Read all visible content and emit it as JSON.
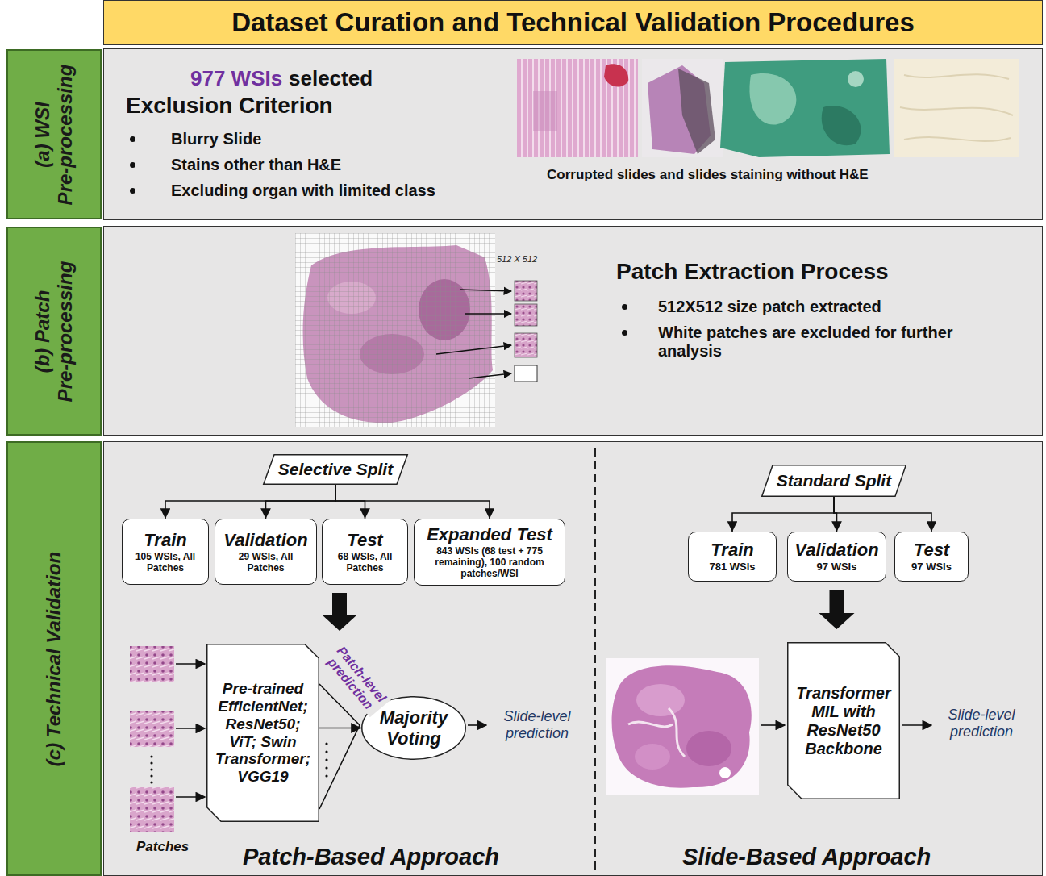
{
  "diagram": {
    "title": "Dataset Curation and Technical Validation Procedures",
    "nodes": [
      {
        "text": [
          "(a) WSI",
          "Pre-processing"
        ]
      },
      {
        "text": [
          "977 WSIs",
          "selected",
          "Exclusion Criterion",
          "Blurry Slide",
          "Stains other than H&E",
          "Excluding organ with limited class",
          "Corrupted slides and slides staining without H&E"
        ]
      },
      {
        "text": [
          "(b) Patch",
          "Pre-processing"
        ]
      },
      {
        "text": [
          "Patch Extraction Process",
          "512X512 size patch extracted",
          "White patches are excluded for further analysis"
        ]
      },
      {
        "text": [
          "(c) Technical Validation"
        ]
      },
      {
        "text": [
          "Patch-Based Approach",
          "Slide-Based Approach"
        ]
      },
      {
        "text": [
          "Selective Split"
        ],
        "in": 5
      },
      {
        "text": [
          "Train",
          "105 WSIs, All Patches"
        ],
        "in": 5
      },
      {
        "text": [
          "Validation",
          "29 WSIs, All Patches"
        ],
        "in": 5
      },
      {
        "text": [
          "Test",
          "68 WSIs, All Patches"
        ],
        "in": 5
      },
      {
        "text": [
          "Expanded Test",
          "843 WSIs (68 test + 775 remaining), 100 random patches/WSI"
        ],
        "in": 5
      },
      {
        "text": [
          "Pre-trained EfficientNet; ResNet50; ViT; Swin Transformer; VGG19"
        ],
        "in": 5
      },
      {
        "text": [
          "Majority Voting"
        ],
        "in": 5
      },
      {
        "text": [
          "Standard Split"
        ],
        "in": 5
      },
      {
        "text": [
          "Train",
          "781 WSIs"
        ],
        "in": 5
      },
      {
        "text": [
          "Validation",
          "97 WSIs"
        ],
        "in": 5
      },
      {
        "text": [
          "Test",
          "97 WSIs"
        ],
        "in": 5
      },
      {
        "text": [
          "Transformer MIL with ResNet50 Backbone"
        ],
        "in": 5
      }
    ],
    "edges": [
      {
        "from": 6,
        "to": 7,
        "arrow": "to"
      },
      {
        "from": 6,
        "to": 8,
        "arrow": "to"
      },
      {
        "from": 6,
        "to": 9,
        "arrow": "to"
      },
      {
        "from": 6,
        "to": 10,
        "arrow": "to"
      },
      {
        "from": 9,
        "to": 11,
        "arrow": "to"
      },
      {
        "from": 11,
        "to": 12,
        "label": "Patch-level prediction",
        "arrow": "to"
      },
      {
        "from": 13,
        "to": 14,
        "arrow": "to"
      },
      {
        "from": 13,
        "to": 15,
        "arrow": "to"
      },
      {
        "from": 13,
        "to": 16,
        "arrow": "to"
      },
      {
        "from": 15,
        "to": 17,
        "arrow": "to"
      }
    ],
    "labels": [
      "512 X 512",
      "Patches",
      "Slide-level prediction",
      "Slide-level prediction"
    ]
  }
}
